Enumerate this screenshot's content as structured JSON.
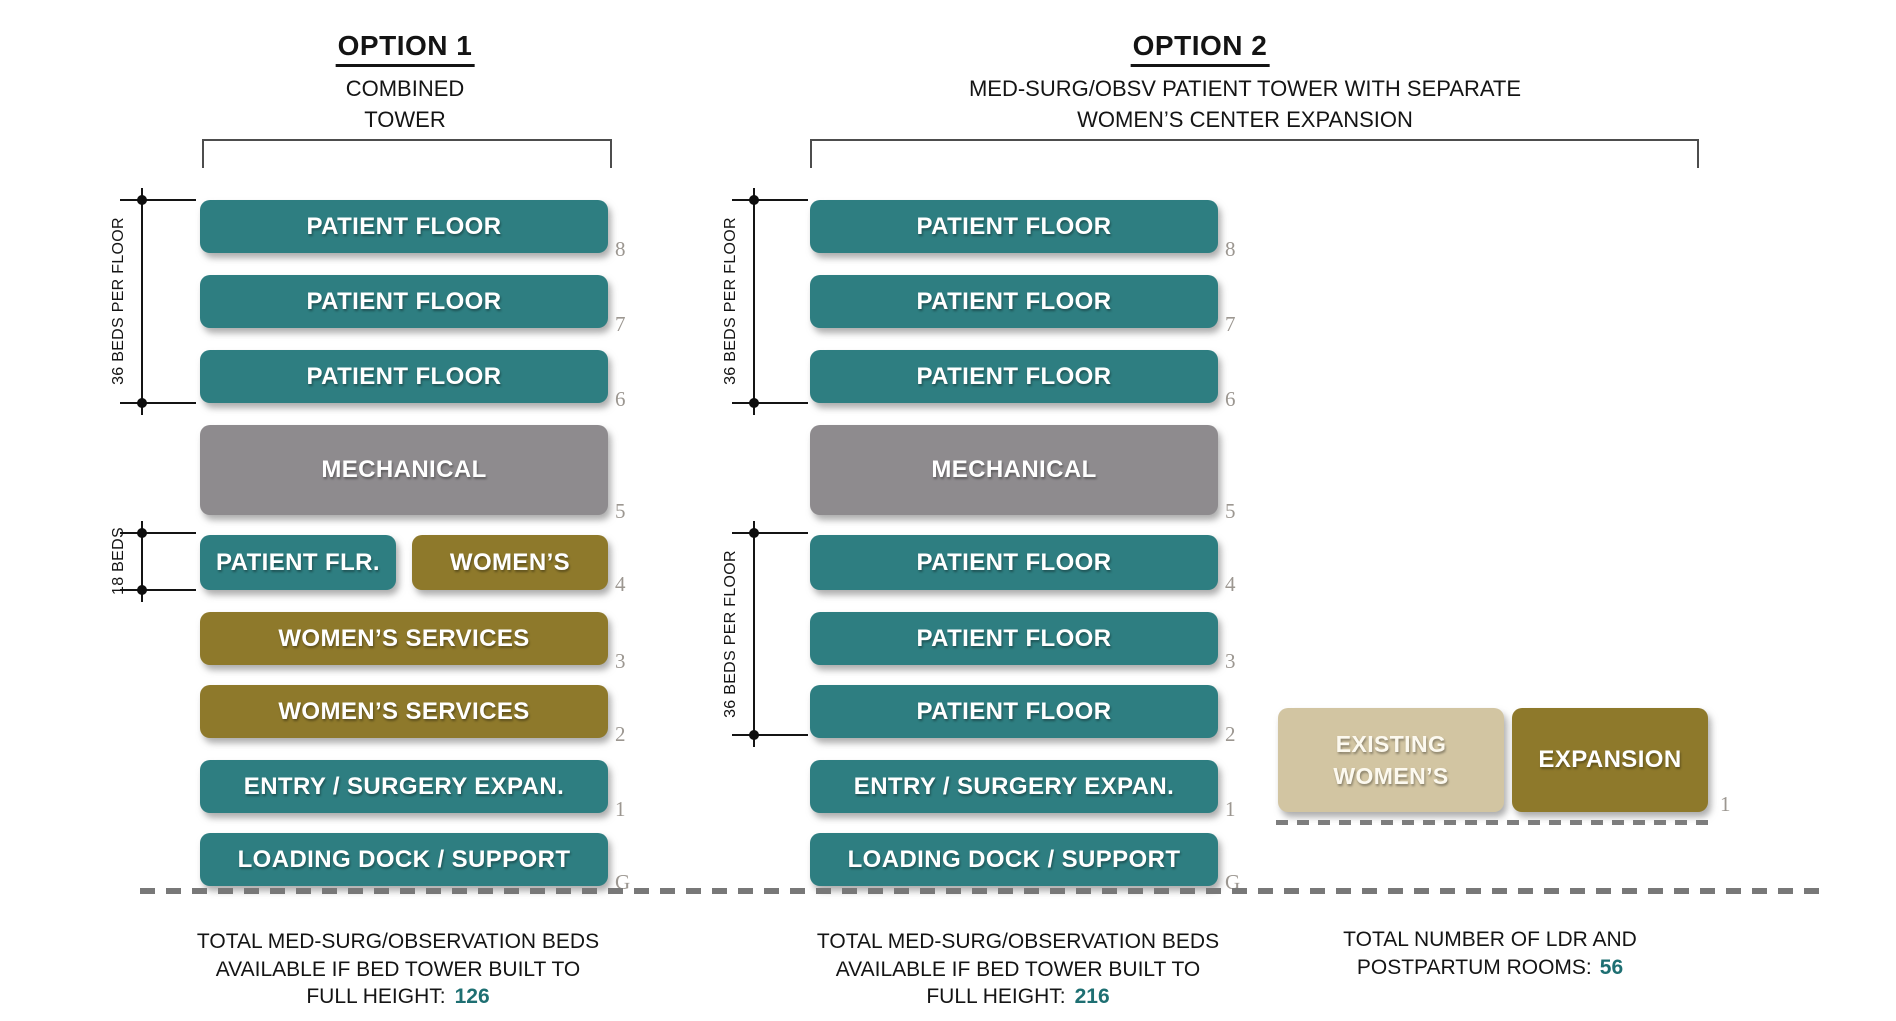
{
  "colors": {
    "teal": "#2E7E81",
    "mechanical_gray": "#8E8B8E",
    "gold": "#8E792B",
    "beige": "#D2C5A2",
    "value_teal": "#1E6F72"
  },
  "option1": {
    "title": "OPTION 1",
    "subtitle": {
      "line1": "COMBINED",
      "line2": "TOWER"
    },
    "dims": {
      "upper": "36 BEDS PER FLOOR",
      "lower": "18 BEDS"
    },
    "floors": {
      "f8": {
        "label": "PATIENT FLOOR",
        "num": "8"
      },
      "f7": {
        "label": "PATIENT FLOOR",
        "num": "7"
      },
      "f6": {
        "label": "PATIENT FLOOR",
        "num": "6"
      },
      "f5": {
        "label": "MECHANICAL",
        "num": "5"
      },
      "f4a": {
        "label": "PATIENT FLR."
      },
      "f4b": {
        "label": "WOMEN’S",
        "num": "4"
      },
      "f3": {
        "label": "WOMEN’S SERVICES",
        "num": "3"
      },
      "f2": {
        "label": "WOMEN’S SERVICES",
        "num": "2"
      },
      "f1": {
        "label": "ENTRY / SURGERY EXPAN.",
        "num": "1"
      },
      "fg": {
        "label": "LOADING DOCK / SUPPORT",
        "num": "G"
      }
    },
    "caption": {
      "line1": "TOTAL MED-SURG/OBSERVATION BEDS",
      "line2": "AVAILABLE IF BED TOWER BUILT TO",
      "line3": "FULL HEIGHT:",
      "value": "126"
    }
  },
  "option2": {
    "title": "OPTION 2",
    "subtitle": {
      "line1": "MED-SURG/OBSV PATIENT TOWER WITH SEPARATE",
      "line2": "WOMEN’S CENTER EXPANSION"
    },
    "dims": {
      "upper": "36 BEDS PER FLOOR",
      "lower": "36 BEDS PER FLOOR"
    },
    "floors": {
      "f8": {
        "label": "PATIENT FLOOR",
        "num": "8"
      },
      "f7": {
        "label": "PATIENT FLOOR",
        "num": "7"
      },
      "f6": {
        "label": "PATIENT FLOOR",
        "num": "6"
      },
      "f5": {
        "label": "MECHANICAL",
        "num": "5"
      },
      "f4": {
        "label": "PATIENT FLOOR",
        "num": "4"
      },
      "f3": {
        "label": "PATIENT FLOOR",
        "num": "3"
      },
      "f2": {
        "label": "PATIENT FLOOR",
        "num": "2"
      },
      "f1": {
        "label": "ENTRY / SURGERY EXPAN.",
        "num": "1"
      },
      "fg": {
        "label": "LOADING DOCK / SUPPORT",
        "num": "G"
      }
    },
    "caption": {
      "line1": "TOTAL MED-SURG/OBSERVATION BEDS",
      "line2": "AVAILABLE IF BED TOWER BUILT TO",
      "line3": "FULL HEIGHT:",
      "value": "216"
    }
  },
  "womens_center": {
    "existing": {
      "line1": "EXISTING",
      "line2": "WOMEN’S"
    },
    "expansion": "EXPANSION",
    "num": "1",
    "caption": {
      "line1": "TOTAL NUMBER OF LDR AND",
      "line2": "POSTPARTUM ROOMS:",
      "value": "56"
    }
  }
}
